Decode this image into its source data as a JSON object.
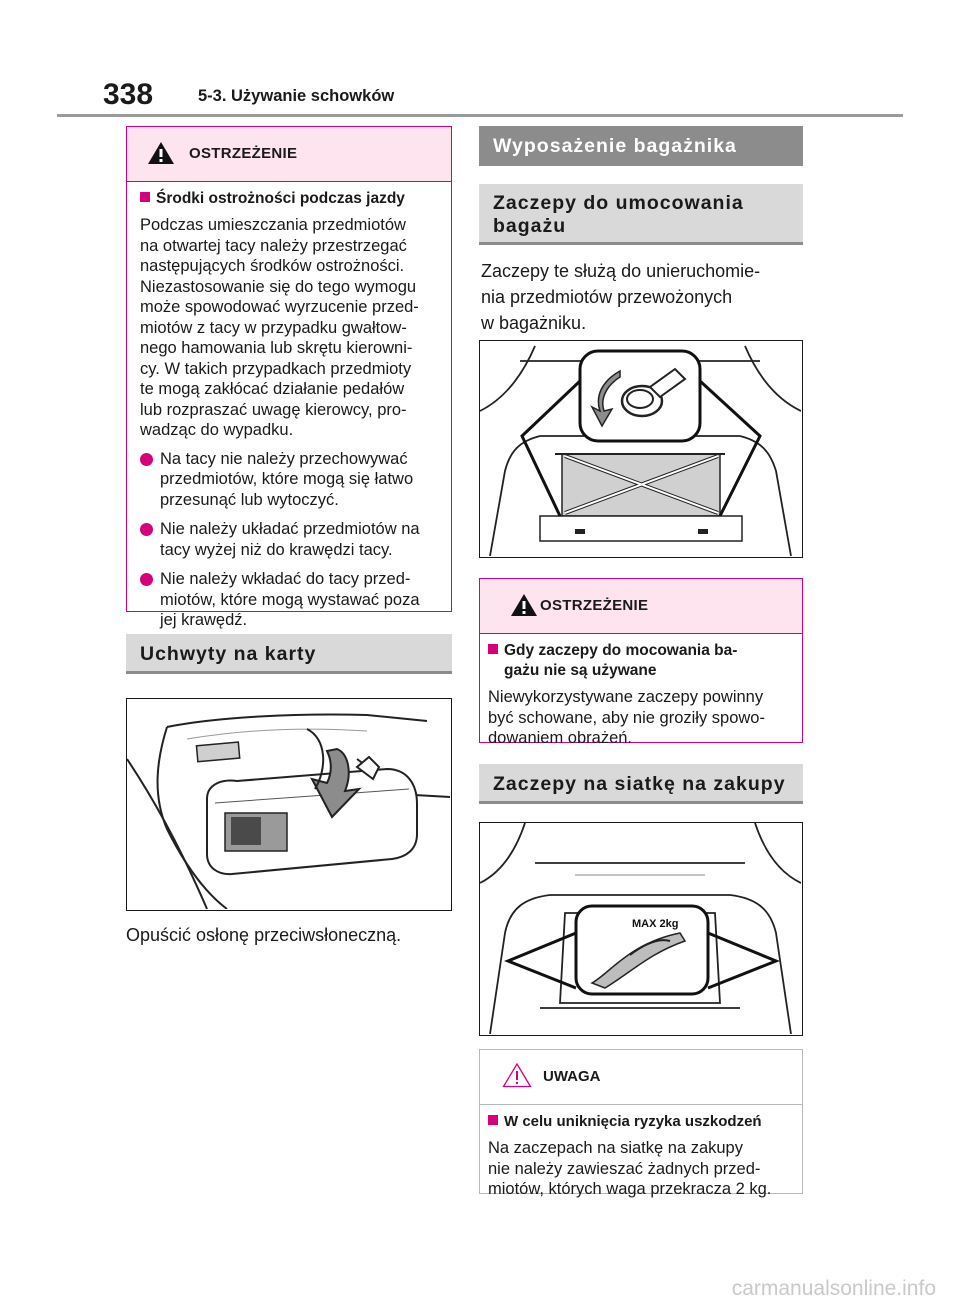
{
  "header": {
    "page_number": "338",
    "chapter": "5-3. Używanie schowków"
  },
  "warning1": {
    "title": "OSTRZEŻENIE",
    "heading": "Środki ostrożności podczas jazdy",
    "paragraph_lines": [
      "Podczas umieszczania przedmiotów",
      "na otwartej tacy należy przestrzegać",
      "następujących środków ostrożności.",
      "Niezastosowanie się do tego wymogu",
      "może spowodować wyrzucenie przed-",
      "miotów z tacy w przypadku gwałtow-",
      "nego hamowania lub skrętu kierowni-",
      "cy. W takich przypadkach przedmioty",
      "te mogą zakłócać działanie pedałów",
      "lub rozpraszać uwagę kierowcy, pro-",
      "wadząc do wypadku."
    ],
    "items": [
      [
        "Na tacy nie należy przechowywać",
        "przedmiotów, które mogą się łatwo",
        "przesunąć lub wytoczyć."
      ],
      [
        "Nie należy układać przedmiotów na",
        "tacy wyżej niż do krawędzi tacy."
      ],
      [
        "Nie należy wkładać do tacy przed-",
        "miotów, które mogą wystawać poza",
        "jej krawędź."
      ]
    ]
  },
  "card_holders": {
    "title": "Uchwyty na karty",
    "caption": "Opuścić osłonę przeciwsłoneczną."
  },
  "luggage": {
    "section_title": "Wyposażenie bagażnika",
    "hooks_title_lines": [
      "Zaczepy do umocowania",
      "bagażu"
    ],
    "hooks_text_lines": [
      "Zaczepy te służą do unieruchomie-",
      "nia przedmiotów przewożonych",
      "w bagażniku."
    ]
  },
  "warning2": {
    "title": "OSTRZEŻENIE",
    "heading_lines": [
      "Gdy zaczepy do mocowania ba-",
      "gażu nie są używane"
    ],
    "text_lines": [
      "Niewykorzystywane zaczepy powinny",
      "być schowane, aby nie groziły spowo-",
      "dowaniem obrażeń."
    ]
  },
  "grocery": {
    "title": "Zaczepy na siatkę na zakupy",
    "figure_label": "MAX 2kg"
  },
  "notice": {
    "title": "UWAGA",
    "heading": "W celu uniknięcia ryzyka uszkodzeń",
    "text_lines": [
      "Na zaczepach na siatkę na zakupy",
      "nie należy zawieszać żadnych przed-",
      "miotów, których waga przekracza 2 kg."
    ]
  },
  "watermark": "carmanualsonline.info",
  "colors": {
    "accent": "#d6007a",
    "warning_fill": "#fde4ee",
    "section_dark": "#8c8c8c",
    "section_light": "#d9d9d9"
  }
}
